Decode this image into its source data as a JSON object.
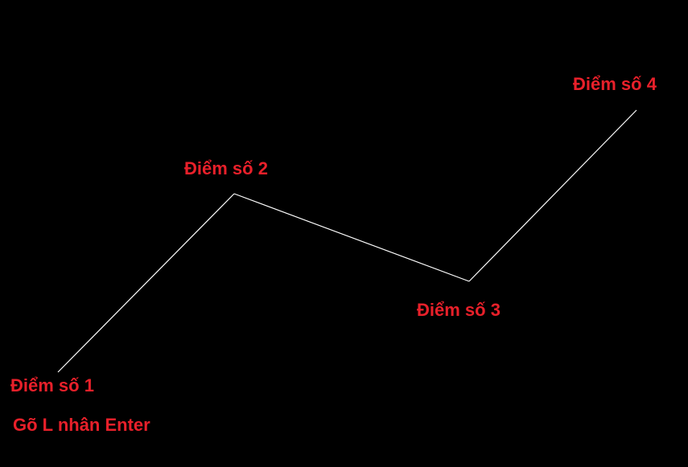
{
  "colors": {
    "background": "#000000",
    "line": "#ffffff",
    "label": "#e8202a"
  },
  "points": [
    {
      "label": "Điểm số 1"
    },
    {
      "label": "Điểm số 2"
    },
    {
      "label": "Điểm số 3"
    },
    {
      "label": "Điểm số 4"
    }
  ],
  "instruction": "Gõ L nhân Enter"
}
